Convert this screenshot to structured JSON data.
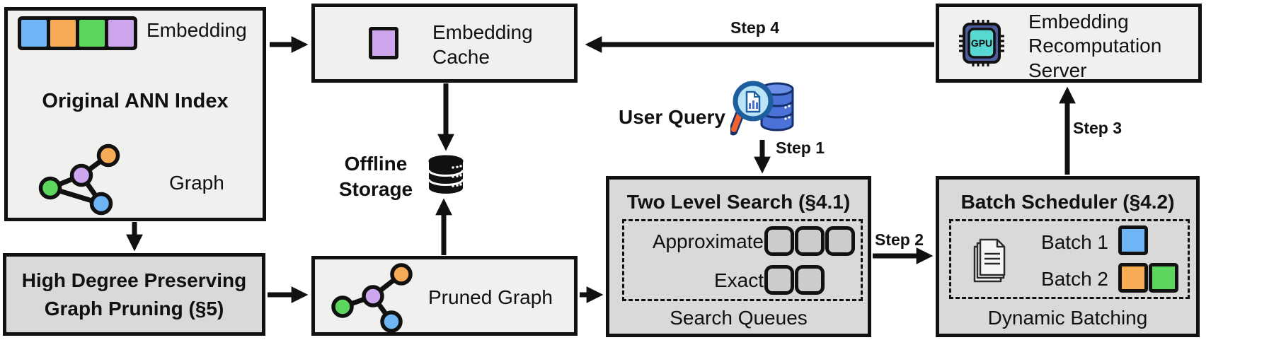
{
  "palette": {
    "light_box": "#f0f0ef",
    "dark_box": "#d9d9d9",
    "queue_fill": "#cccccc",
    "blue": "#6fb5f5",
    "orange": "#f7ab55",
    "green": "#5cd65c",
    "purple": "#cda6ee",
    "line_black": "#111111",
    "gpu_chip_body": "#4d5d9e",
    "gpu_chip_inner": "#57d8d0",
    "query_db_blue": "#4a72d8",
    "query_db_top": "#6b8fe8",
    "query_lens": "#b9e4f5",
    "query_rim": "#1d5e9e",
    "query_handle": "#f2622e"
  },
  "boxes": {
    "original_ann_index": {
      "title": "Original ANN Index",
      "embedding_label": "Embedding",
      "graph_label": "Graph"
    },
    "high_degree_pruning": {
      "line1": "High Degree Preserving",
      "line2": "Graph Pruning (§5)"
    },
    "embedding_cache": {
      "line1": "Embedding",
      "line2": "Cache"
    },
    "offline_storage": {
      "line1": "Offline",
      "line2": "Storage"
    },
    "pruned_graph": {
      "label": "Pruned Graph"
    },
    "user_query": {
      "label": "User Query"
    },
    "two_level_search": {
      "title": "Two Level Search (§4.1)",
      "row1_label": "Approximate",
      "row2_label": "Exact",
      "footer": "Search Queues"
    },
    "batch_scheduler": {
      "title": "Batch Scheduler (§4.2)",
      "row1_label": "Batch 1",
      "row2_label": "Batch 2",
      "footer": "Dynamic Batching"
    },
    "recomputation_server": {
      "line1": "Embedding",
      "line2": "Recomputation",
      "line3": "Server",
      "chip_label": "GPU"
    }
  },
  "steps": {
    "step1": "Step 1",
    "step2": "Step 2",
    "step3": "Step 3",
    "step4": "Step 4"
  }
}
